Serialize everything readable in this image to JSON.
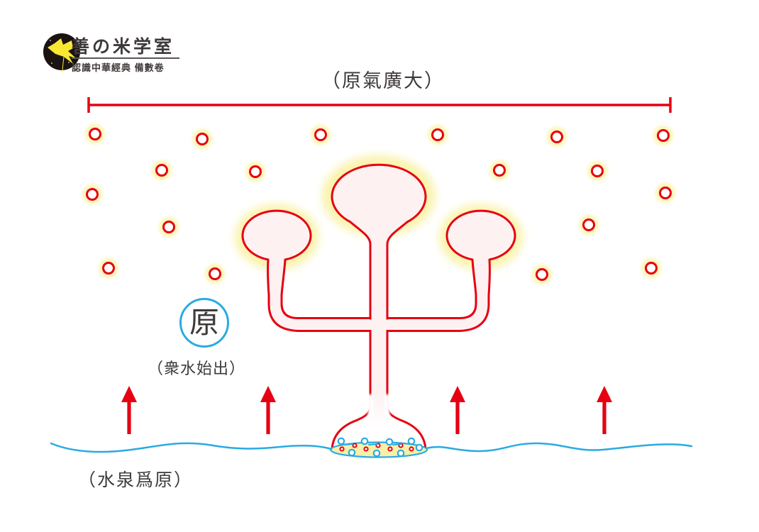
{
  "logo": {
    "title": "善の米学室",
    "subtitle": "認識中華經典 備數卷"
  },
  "diagram": {
    "top_title": "（原氣廣大）",
    "highlight_char": "原",
    "char_caption": "（衆水始出）",
    "bottom_caption": "（水泉爲原）",
    "floating_dot_count": 18,
    "up_arrow_count": 4,
    "spring_mouth_count": 3
  },
  "colors": {
    "red": "#E60012",
    "blue": "#29ABE2",
    "halo_yellow": "#FAF3AC",
    "tube_pink": "#FDF1F1",
    "base_yellow": "#F8EFA9",
    "text": "#3E3A39",
    "logo_bg": "#1B1311",
    "logo_bird": "#F7E733"
  }
}
